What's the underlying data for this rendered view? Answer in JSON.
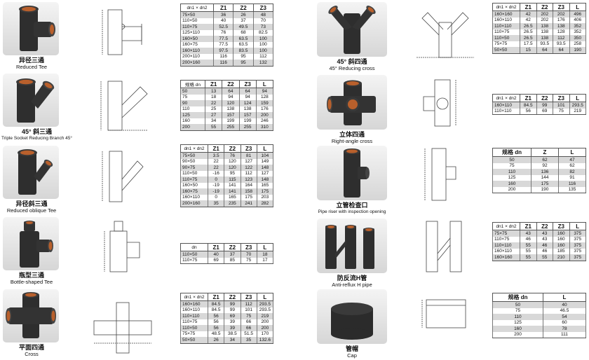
{
  "products": [
    {
      "id": "reduced-tee",
      "zh": "异径三通",
      "en": "Reduced Tee",
      "headers": [
        "dn1 × dn2",
        "Z1",
        "Z2",
        "Z3"
      ],
      "rows": [
        [
          "75×50",
          "36",
          "26",
          "48"
        ],
        [
          "110×50",
          "40",
          "37",
          "70"
        ],
        [
          "110×75",
          "52.5",
          "49.5",
          "73"
        ],
        [
          "125×110",
          "76",
          "68",
          "82.5"
        ],
        [
          "160×50",
          "77.5",
          "63.5",
          "100"
        ],
        [
          "160×75",
          "77.5",
          "63.5",
          "100"
        ],
        [
          "160×110",
          "97.5",
          "83.5",
          "100"
        ],
        [
          "200×110",
          "116",
          "95",
          "112"
        ],
        [
          "200×160",
          "116",
          "95",
          "132"
        ]
      ]
    },
    {
      "id": "triple-socket-reducing-branch",
      "zh": "45° 斜三通",
      "en": "Triple Socket Reducing Branch 45°",
      "headers": [
        "规格 dn",
        "Z1",
        "Z2",
        "Z3",
        "L"
      ],
      "rows": [
        [
          "50",
          "13",
          "64",
          "64",
          "94"
        ],
        [
          "75",
          "18",
          "94",
          "94",
          "128"
        ],
        [
          "90",
          "22",
          "120",
          "124",
          "159"
        ],
        [
          "110",
          "25",
          "138",
          "138",
          "176"
        ],
        [
          "125",
          "27",
          "157",
          "157",
          "200"
        ],
        [
          "160",
          "34",
          "199",
          "199",
          "246"
        ],
        [
          "200",
          "55",
          "255",
          "255",
          "310"
        ]
      ]
    },
    {
      "id": "reduced-oblique-tee",
      "zh": "异径斜三通",
      "en": "Reduced oblique Tee",
      "headers": [
        "dn1 × dn2",
        "Z1",
        "Z2",
        "Z3",
        "L"
      ],
      "rows": [
        [
          "75×50",
          "3.5",
          "76",
          "81",
          "104"
        ],
        [
          "90×50",
          "22",
          "120",
          "127",
          "149"
        ],
        [
          "90×75",
          "22",
          "120",
          "122",
          "148"
        ],
        [
          "110×50",
          "-16",
          "95",
          "112",
          "127"
        ],
        [
          "110×75",
          "0",
          "115",
          "123",
          "148"
        ],
        [
          "160×50",
          "-19",
          "141",
          "164",
          "165"
        ],
        [
          "160×75",
          "-19",
          "141",
          "158",
          "175"
        ],
        [
          "160×110",
          "0",
          "165",
          "175",
          "203"
        ],
        [
          "200×160",
          "35",
          "235",
          "241",
          "282"
        ]
      ]
    },
    {
      "id": "bottle-shaped-tee",
      "zh": "瓶型三通",
      "en": "Bottle-shaped Tee",
      "headers": [
        "dn",
        "Z1",
        "Z2",
        "Z3",
        "L"
      ],
      "rows": [
        [
          "110×50",
          "40",
          "37",
          "70",
          "18"
        ],
        [
          "110×75",
          "69",
          "85",
          "75",
          "17"
        ]
      ]
    },
    {
      "id": "cross",
      "zh": "平面四通",
      "en": "Cross",
      "headers": [
        "dn1 × dn2",
        "Z1",
        "Z2",
        "Z3",
        "L"
      ],
      "rows": [
        [
          "160×160",
          "84.5",
          "99",
          "112",
          "293.5"
        ],
        [
          "160×110",
          "84.5",
          "99",
          "101",
          "293.5"
        ],
        [
          "110×110",
          "56",
          "69",
          "75",
          "219"
        ],
        [
          "110×75",
          "56",
          "39",
          "66",
          "200"
        ],
        [
          "110×50",
          "56",
          "39",
          "66",
          "200"
        ],
        [
          "75×75",
          "48.5",
          "38.5",
          "51.5",
          "170"
        ],
        [
          "50×50",
          "26",
          "34",
          "35",
          "132.6"
        ]
      ]
    },
    {
      "id": "reducing-cross-45",
      "zh": "45° 斜四通",
      "en": "45° Reducing cross",
      "headers": [
        "dn1 × dn2",
        "Z1",
        "Z2",
        "Z3",
        "L"
      ],
      "rows": [
        [
          "160×160",
          "42",
          "202",
          "202",
          "496"
        ],
        [
          "160×110",
          "42",
          "202",
          "176",
          "406"
        ],
        [
          "110×110",
          "26.5",
          "138",
          "138",
          "352"
        ],
        [
          "110×75",
          "26.5",
          "138",
          "128",
          "352"
        ],
        [
          "110×50",
          "26.5",
          "138",
          "112",
          "350"
        ],
        [
          "75×75",
          "17.5",
          "93.5",
          "93.5",
          "258"
        ],
        [
          "50×50",
          "15",
          "64",
          "64",
          "190"
        ]
      ]
    },
    {
      "id": "right-angle-cross",
      "zh": "立体四通",
      "en": "Right-angle cross",
      "headers": [
        "dn1 × dn2",
        "Z1",
        "Z2",
        "Z3",
        "L"
      ],
      "rows": [
        [
          "160×110",
          "84.5",
          "99",
          "101",
          "293.5"
        ],
        [
          "110×110",
          "56",
          "69",
          "75",
          "219"
        ]
      ]
    },
    {
      "id": "pipe-riser",
      "zh": "立管检查口",
      "en": "Pipe riser with inspection opening",
      "headers": [
        "规格 dn",
        "Z",
        "L"
      ],
      "rows": [
        [
          "50",
          "62",
          "47"
        ],
        [
          "75",
          "92",
          "62"
        ],
        [
          "110",
          "136",
          "82"
        ],
        [
          "125",
          "144",
          "91"
        ],
        [
          "160",
          "175",
          "116"
        ],
        [
          "200",
          "190",
          "135"
        ]
      ]
    },
    {
      "id": "anti-reflux-h",
      "zh": "防反流H管",
      "en": "Anti-reflux H pipe",
      "headers": [
        "dn1 × dn2",
        "Z1",
        "Z2",
        "Z3",
        "L"
      ],
      "rows": [
        [
          "75×75",
          "43",
          "43",
          "160",
          "375"
        ],
        [
          "110×75",
          "46",
          "43",
          "160",
          "375"
        ],
        [
          "110×110",
          "55",
          "46",
          "160",
          "375"
        ],
        [
          "160×110",
          "55",
          "46",
          "185",
          "375"
        ],
        [
          "160×160",
          "55",
          "55",
          "210",
          "375"
        ]
      ]
    },
    {
      "id": "cap",
      "zh": "管帽",
      "en": "Cap",
      "headers": [
        "规格 dn",
        "L"
      ],
      "rows": [
        [
          "50",
          "40"
        ],
        [
          "75",
          "46.5"
        ],
        [
          "110",
          "54"
        ],
        [
          "125",
          "60"
        ],
        [
          "160",
          "78"
        ],
        [
          "200",
          "111"
        ]
      ]
    }
  ]
}
